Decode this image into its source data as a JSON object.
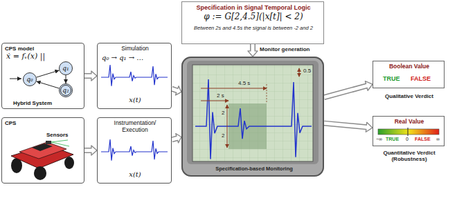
{
  "diagram": {
    "nodes": [
      {
        "text": [
          "Specification in Signal Temporal Logic",
          "φ := G[2,4.5](|x[t]| < 2)",
          "Between 2s and 4.5s the signal is between -2 and 2"
        ]
      },
      {
        "text": [
          "CPS model",
          "ẋ = fᵥ(x) ||",
          "Hybrid System"
        ]
      },
      {
        "text": [
          "q₀"
        ],
        "in": 1
      },
      {
        "text": [
          "q₁"
        ],
        "in": 1
      },
      {
        "text": [
          "q₂"
        ],
        "in": 1
      },
      {
        "text": [
          "Simulation",
          "q₀ → q₁ → …",
          "x(t)"
        ]
      },
      {
        "text": [
          "Specification-based Monitoring"
        ]
      },
      {
        "text": [
          "Boolean Value",
          "TRUE",
          "FALSE",
          "Qualitative Verdict"
        ]
      },
      {
        "text": [
          "CPS",
          "Sensors"
        ]
      },
      {
        "text": [
          "Instrumentation/ Execution",
          "x(t)"
        ]
      },
      {
        "text": [
          "Real Value",
          "−∞",
          "TRUE",
          "0",
          "FALSE",
          "∞",
          "Quantitative Verdict (Robustness)"
        ]
      }
    ],
    "edges": [
      {
        "from": 0,
        "to": 6,
        "label": "Monitor generation",
        "arrow": "to"
      },
      {
        "from": 2,
        "to": 3,
        "arrow": "to"
      },
      {
        "from": 3,
        "to": 4,
        "arrow": "to"
      },
      {
        "from": 4,
        "to": 2,
        "arrow": "to"
      },
      {
        "from": 1,
        "to": 5,
        "arrow": "to"
      },
      {
        "from": 8,
        "to": 9,
        "arrow": "to"
      },
      {
        "from": 5,
        "to": 6,
        "arrow": "to"
      },
      {
        "from": 9,
        "to": 6,
        "arrow": "to"
      },
      {
        "from": 6,
        "to": 7,
        "arrow": "to"
      },
      {
        "from": 6,
        "to": 10,
        "arrow": "to"
      }
    ],
    "labels": [
      "4.5 s",
      "2 s",
      "0.5",
      "2",
      "2"
    ]
  }
}
